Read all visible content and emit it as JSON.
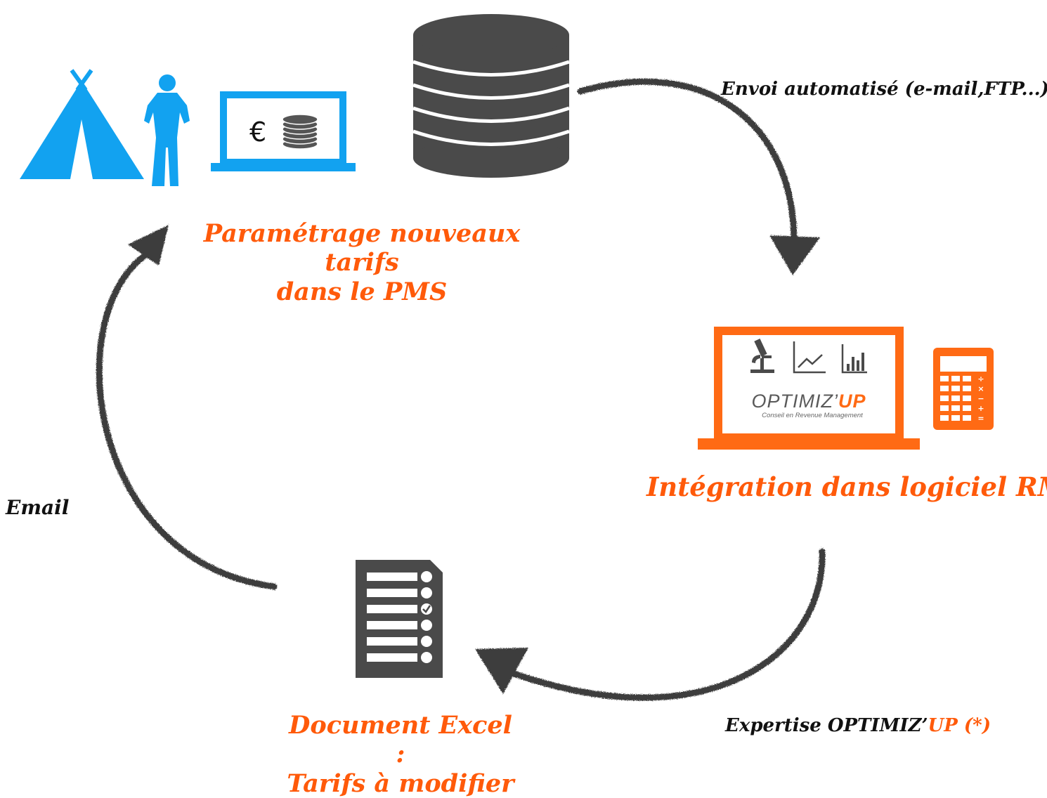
{
  "colors": {
    "blue": "#12a2f0",
    "orange": "#ff6a14",
    "caption_orange": "#ff5a0a",
    "dark_gray": "#4a4a4a",
    "arrow": "#3c3c3c",
    "text_black": "#111111"
  },
  "icons": {
    "tent": "tent-icon",
    "person": "person-icon",
    "laptop_blue": "laptop-icon",
    "database": "database-icon",
    "laptop_orange": "laptop-icon",
    "calculator": "calculator-icon",
    "document": "checklist-document-icon"
  },
  "pms": {
    "currency_symbol": "€",
    "caption_line1": "Paramétrage nouveaux tarifs",
    "caption_line2": "dans le PMS"
  },
  "rm": {
    "logo_main_a": "OPTIMIZ’",
    "logo_main_b": "UP",
    "logo_tagline": "Conseil en Revenue Management",
    "caption": "Intégration dans logiciel RM"
  },
  "excel": {
    "caption_line1": "Document Excel :",
    "caption_line2": "Tarifs à modifier"
  },
  "arrows": {
    "top_right": "Envoi automatisé (e-mail,FTP...)",
    "bottom_right_a": "Expertise OPTIMIZ’",
    "bottom_right_b": "UP (*)",
    "left": "Email"
  }
}
